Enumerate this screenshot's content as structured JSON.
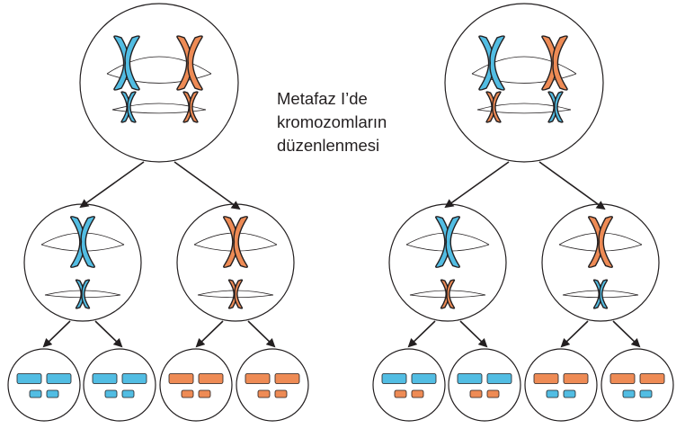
{
  "caption": {
    "lines": [
      "Metafaz I’de",
      "kromozomların",
      "düzenlenmesi"
    ]
  },
  "colors": {
    "blue": "#52bde3",
    "orange": "#ee8b55",
    "outline": "#231f20",
    "background": "#ffffff"
  },
  "arrangements": [
    {
      "name": "arrangement-left",
      "metaphase": {
        "top_pair": [
          "blue",
          "orange"
        ],
        "bottom_pair": [
          "blue",
          "orange"
        ]
      },
      "secondary_cells": [
        {
          "large": "blue",
          "small": "blue"
        },
        {
          "large": "orange",
          "small": "orange"
        }
      ],
      "gametes": [
        {
          "large": "blue",
          "small": "blue"
        },
        {
          "large": "blue",
          "small": "blue"
        },
        {
          "large": "orange",
          "small": "orange"
        },
        {
          "large": "orange",
          "small": "orange"
        }
      ]
    },
    {
      "name": "arrangement-right",
      "metaphase": {
        "top_pair": [
          "blue",
          "orange"
        ],
        "bottom_pair": [
          "orange",
          "blue"
        ]
      },
      "secondary_cells": [
        {
          "large": "blue",
          "small": "orange"
        },
        {
          "large": "orange",
          "small": "blue"
        }
      ],
      "gametes": [
        {
          "large": "blue",
          "small": "orange"
        },
        {
          "large": "blue",
          "small": "orange"
        },
        {
          "large": "orange",
          "small": "blue"
        },
        {
          "large": "orange",
          "small": "blue"
        }
      ]
    }
  ]
}
